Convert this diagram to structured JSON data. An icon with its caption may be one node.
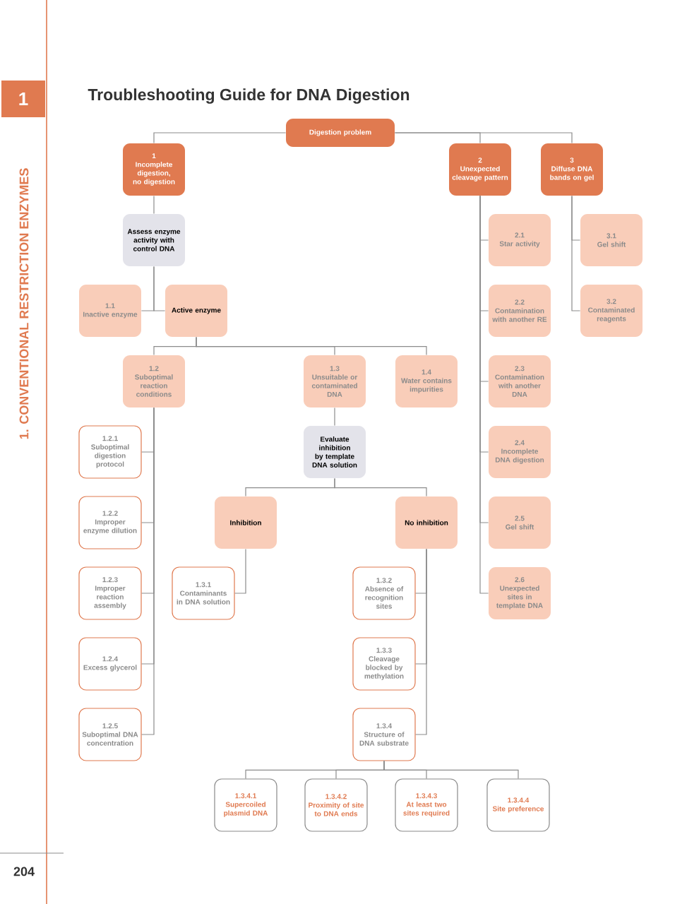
{
  "diagram": {
    "title": "Troubleshooting Guide for DNA Digestion",
    "nodes": [
      {
        "text": [
          "Digestion problem"
        ]
      },
      {
        "text": [
          "1",
          "Incomplete digestion, no digestion"
        ]
      },
      {
        "text": [
          "2",
          "Unexpected cleavage pattern"
        ]
      },
      {
        "text": [
          "3",
          "Diffuse DNA bands on gel"
        ]
      },
      {
        "text": [
          "Assess enzyme activity with control DNA"
        ]
      },
      {
        "text": [
          "1.1",
          "Inactive enzyme"
        ]
      },
      {
        "text": [
          "Active enzyme"
        ]
      },
      {
        "text": [
          "1.2",
          "Suboptimal reaction conditions"
        ]
      },
      {
        "text": [
          "1.3",
          "Unsuitable or contaminated DNA"
        ]
      },
      {
        "text": [
          "1.4",
          "Water contains impurities"
        ]
      },
      {
        "text": [
          "2.1",
          "Star activity"
        ]
      },
      {
        "text": [
          "2.2",
          "Contamination with another RE"
        ]
      },
      {
        "text": [
          "2.3",
          "Contamination with another DNA"
        ]
      },
      {
        "text": [
          "2.4",
          "Incomplete DNA digestion"
        ]
      },
      {
        "text": [
          "2.5",
          "Gel shift"
        ]
      },
      {
        "text": [
          "2.6",
          "Unexpected sites in template DNA"
        ]
      },
      {
        "text": [
          "3.1",
          "Gel shift"
        ]
      },
      {
        "text": [
          "3.2",
          "Contaminated reagents"
        ]
      },
      {
        "text": [
          "Evaluate inhibition by template DNA solution"
        ]
      },
      {
        "text": [
          "1.2.1",
          "Suboptimal digestion protocol"
        ]
      },
      {
        "text": [
          "1.2.2",
          "Improper enzyme dilution"
        ]
      },
      {
        "text": [
          "1.2.3",
          "Improper reaction assembly"
        ]
      },
      {
        "text": [
          "1.2.4",
          "Excess glycerol"
        ]
      },
      {
        "text": [
          "1.2.5",
          "Suboptimal DNA concentration"
        ]
      },
      {
        "text": [
          "Inhibition"
        ]
      },
      {
        "text": [
          "No inhibition"
        ]
      },
      {
        "text": [
          "1.3.1",
          "Contaminants in DNA solution"
        ]
      },
      {
        "text": [
          "1.3.2",
          "Absence of recognition sites"
        ]
      },
      {
        "text": [
          "1.3.3",
          "Cleavage blocked by methylation"
        ]
      },
      {
        "text": [
          "1.3.4",
          "Structure of DNA substrate"
        ]
      },
      {
        "text": [
          "1.3.4.1",
          "Supercoiled plasmid DNA"
        ]
      },
      {
        "text": [
          "1.3.4.2",
          "Proximity of site to DNA ends"
        ]
      },
      {
        "text": [
          "1.3.4.3",
          "At least two sites required"
        ]
      },
      {
        "text": [
          "1.3.4.4",
          "Site preference"
        ]
      }
    ],
    "edges": [
      {
        "from": 0,
        "to": 1,
        "arrow": "none"
      },
      {
        "from": 0,
        "to": 2,
        "arrow": "none"
      },
      {
        "from": 0,
        "to": 3,
        "arrow": "none"
      },
      {
        "from": 1,
        "to": 4,
        "arrow": "none"
      },
      {
        "from": 4,
        "to": 5,
        "arrow": "none"
      },
      {
        "from": 4,
        "to": 6,
        "arrow": "none"
      },
      {
        "from": 6,
        "to": 7,
        "arrow": "none"
      },
      {
        "from": 6,
        "to": 8,
        "arrow": "none"
      },
      {
        "from": 6,
        "to": 9,
        "arrow": "none"
      },
      {
        "from": 7,
        "to": 19,
        "arrow": "none"
      },
      {
        "from": 7,
        "to": 20,
        "arrow": "none"
      },
      {
        "from": 7,
        "to": 21,
        "arrow": "none"
      },
      {
        "from": 7,
        "to": 22,
        "arrow": "none"
      },
      {
        "from": 7,
        "to": 23,
        "arrow": "none"
      },
      {
        "from": 8,
        "to": 18,
        "arrow": "none"
      },
      {
        "from": 18,
        "to": 24,
        "arrow": "none"
      },
      {
        "from": 18,
        "to": 25,
        "arrow": "none"
      },
      {
        "from": 24,
        "to": 26,
        "arrow": "none"
      },
      {
        "from": 25,
        "to": 27,
        "arrow": "none"
      },
      {
        "from": 25,
        "to": 28,
        "arrow": "none"
      },
      {
        "from": 25,
        "to": 29,
        "arrow": "none"
      },
      {
        "from": 29,
        "to": 30,
        "arrow": "none"
      },
      {
        "from": 29,
        "to": 31,
        "arrow": "none"
      },
      {
        "from": 29,
        "to": 32,
        "arrow": "none"
      },
      {
        "from": 29,
        "to": 33,
        "arrow": "none"
      },
      {
        "from": 2,
        "to": 10,
        "arrow": "none"
      },
      {
        "from": 2,
        "to": 11,
        "arrow": "none"
      },
      {
        "from": 2,
        "to": 12,
        "arrow": "none"
      },
      {
        "from": 2,
        "to": 13,
        "arrow": "none"
      },
      {
        "from": 2,
        "to": 14,
        "arrow": "none"
      },
      {
        "from": 2,
        "to": 15,
        "arrow": "none"
      },
      {
        "from": 3,
        "to": 16,
        "arrow": "none"
      },
      {
        "from": 3,
        "to": 17,
        "arrow": "none"
      }
    ],
    "labels": [
      "1",
      "1. CONVENTIONAL RESTRICTION ENZYMES",
      "204"
    ]
  }
}
